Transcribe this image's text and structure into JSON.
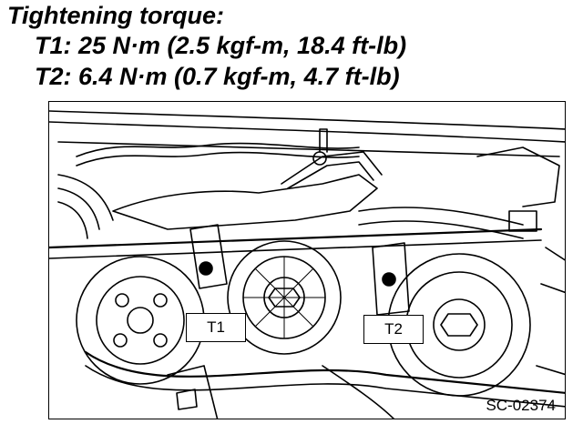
{
  "torque": {
    "title": "Tightening torque:",
    "t1": "T1: 25 N·m (2.5 kgf-m, 18.4 ft-lb)",
    "t2": "T2: 6.4 N·m (0.7 kgf-m, 4.7 ft-lb)"
  },
  "figure": {
    "callout_t1": "T1",
    "callout_t2": "T2",
    "code": "SC-02374"
  }
}
